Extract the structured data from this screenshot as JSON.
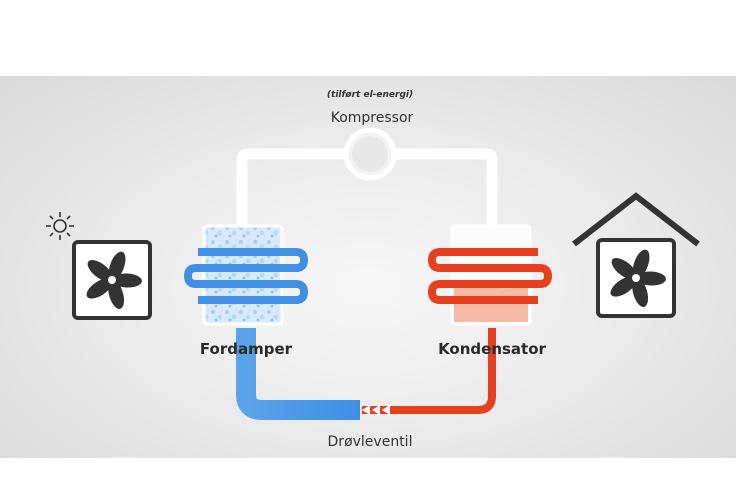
{
  "labels": {
    "energy_note": "(tilført el-energi)",
    "compressor": "Kompressor",
    "evaporator": "Fordamper",
    "condenser": "Kondensator",
    "throttle_valve": "Drøvleventil"
  },
  "icons": {
    "outdoor": [
      "sun-icon",
      "fan-icon"
    ],
    "indoor": [
      "house-icon",
      "fan-icon"
    ]
  },
  "colors": {
    "cold": "#3f8fe4",
    "cold_light": "#9cc8f2",
    "hot": "#e6401f",
    "hot_light": "#f6b9a4",
    "pipe": "#ffffff",
    "icon_stroke": "#333333"
  }
}
